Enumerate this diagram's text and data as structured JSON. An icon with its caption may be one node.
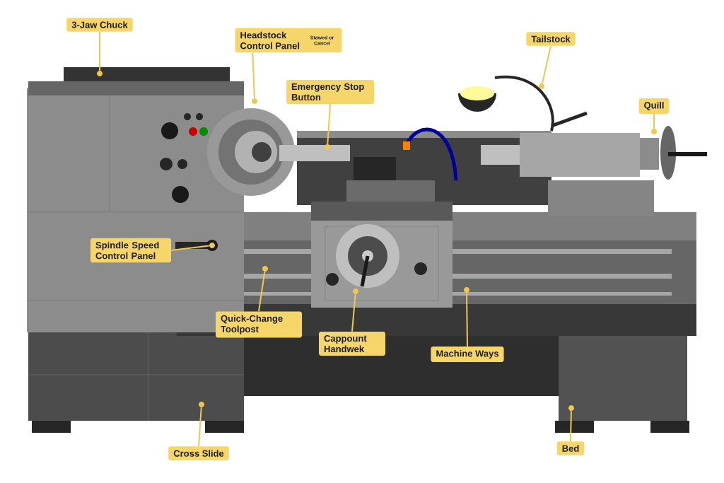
{
  "diagram": {
    "nodes": [
      {
        "text": [
          "3-Jaw Chuck"
        ]
      },
      {
        "text": [
          "Headstock Control Panel",
          "Stawed or Cancel"
        ]
      },
      {
        "text": [
          "Emergency Stop Button"
        ]
      },
      {
        "text": [
          "Tailstock"
        ]
      },
      {
        "text": [
          "Quill"
        ]
      },
      {
        "text": [
          "Spindle Speed Control Panel"
        ]
      },
      {
        "text": [
          "Quick-Change Toolpost"
        ]
      },
      {
        "text": [
          "Cappount Handwek"
        ]
      },
      {
        "text": [
          "Machine Ways"
        ]
      },
      {
        "text": [
          "Cross Slide"
        ]
      },
      {
        "text": [
          "Bed"
        ]
      },
      {
        "text": [],
        "shape": "circle"
      },
      {
        "text": [],
        "shape": "circle"
      },
      {
        "text": [],
        "shape": "circle"
      },
      {
        "text": [],
        "shape": "circle"
      },
      {
        "text": [],
        "shape": "circle"
      },
      {
        "text": [],
        "shape": "circle"
      },
      {
        "text": [],
        "shape": "circle"
      },
      {
        "text": [],
        "shape": "circle"
      },
      {
        "text": [],
        "shape": "circle"
      },
      {
        "text": [],
        "shape": "circle"
      },
      {
        "text": [],
        "shape": "circle"
      }
    ],
    "edges": [
      {
        "from": 0,
        "to": 11,
        "arrow": "none"
      },
      {
        "from": 1,
        "to": 14,
        "arrow": "none"
      },
      {
        "from": 2,
        "to": 16,
        "arrow": "none"
      },
      {
        "from": 3,
        "to": 19,
        "arrow": "none"
      },
      {
        "from": 4,
        "to": 21,
        "arrow": "none"
      },
      {
        "from": 5,
        "to": 13,
        "arrow": "none"
      },
      {
        "from": 6,
        "to": 15,
        "arrow": "none"
      },
      {
        "from": 7,
        "to": 17,
        "arrow": "none"
      },
      {
        "from": 8,
        "to": 18,
        "arrow": "none"
      },
      {
        "from": 9,
        "to": 12,
        "arrow": "none"
      },
      {
        "from": 10,
        "to": 20,
        "arrow": "none"
      }
    ]
  }
}
